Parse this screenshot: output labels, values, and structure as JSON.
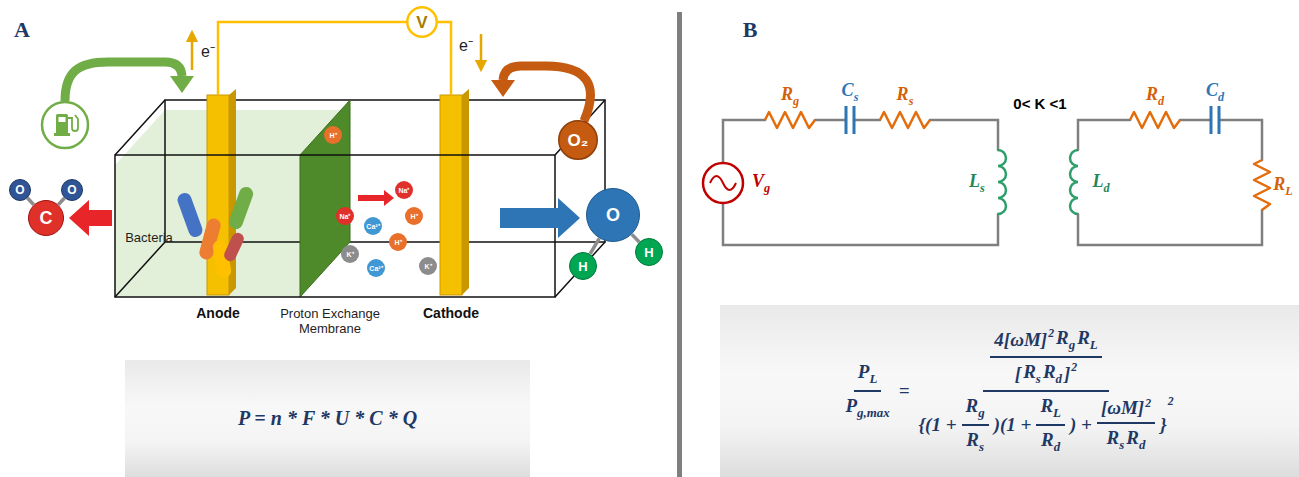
{
  "diagram": {
    "nodes": [
      {
        "text": [
          "V"
        ]
      },
      {
        "text": [
          "O"
        ]
      },
      {
        "text": [
          "O"
        ]
      },
      {
        "text": [
          "C"
        ]
      },
      {
        "text": [
          "O₂"
        ]
      },
      {
        "text": [
          "H⁺"
        ]
      },
      {
        "text": [
          "Na⁺"
        ]
      },
      {
        "text": [
          "Na⁺"
        ]
      },
      {
        "text": [
          "H⁺"
        ]
      },
      {
        "text": [
          "Ca²⁺"
        ]
      },
      {
        "text": [
          "H⁺"
        ]
      },
      {
        "text": [
          "K⁺"
        ]
      },
      {
        "text": [
          "Ca²⁺"
        ]
      },
      {
        "text": [
          "K⁺"
        ]
      },
      {
        "text": [
          "O"
        ]
      },
      {
        "text": [
          "H"
        ]
      },
      {
        "text": [
          "H"
        ]
      },
      {
        "text": [
          "P = n * F * U * C * Q"
        ]
      },
      {
        "text": [
          "PL",
          "Pg,max",
          "=",
          "4[ωM]",
          "2",
          "Rg",
          "RL",
          "[",
          "Rs",
          "Rd",
          "]",
          "2",
          "{(1 +",
          "Rg",
          "Rs",
          ")(1 +",
          "RL",
          "Rd",
          ") +",
          "[ωM]",
          "2",
          "Rs",
          "Rd",
          "}",
          "2"
        ]
      }
    ],
    "edges": [
      {
        "from": 3,
        "to": 1,
        "arrow": "none"
      },
      {
        "from": 3,
        "to": 2,
        "arrow": "none"
      },
      {
        "from": 14,
        "to": 15,
        "arrow": "none"
      },
      {
        "from": 14,
        "to": 16,
        "arrow": "none"
      }
    ],
    "labels": [
      "A",
      "e⁻",
      "e⁻",
      "Bacteria",
      "Anode",
      "Proton Exchange Membrane",
      "Cathode",
      "B",
      "Rg",
      "Cs",
      "Rs",
      "0< K <1",
      "Rd",
      "Cd",
      "Vg",
      "Ls",
      "Ld",
      "RL"
    ]
  }
}
